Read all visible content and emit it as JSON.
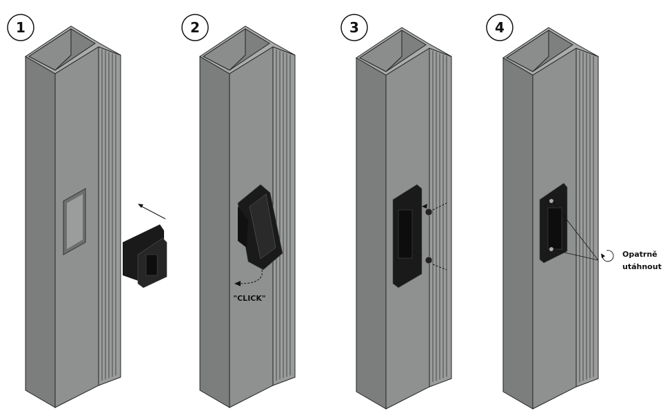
{
  "steps": [
    {
      "number": "1"
    },
    {
      "number": "2",
      "annotation": "\"CLICK\""
    },
    {
      "number": "3"
    },
    {
      "number": "4",
      "annotation_line1": "Opatrně",
      "annotation_line2": "utáhnout"
    }
  ],
  "colors": {
    "post_front": "#8e9190",
    "post_side": "#7b7e7d",
    "post_top": "#a9acab",
    "bracket": "#1a1a1a",
    "outline": "#222222"
  }
}
